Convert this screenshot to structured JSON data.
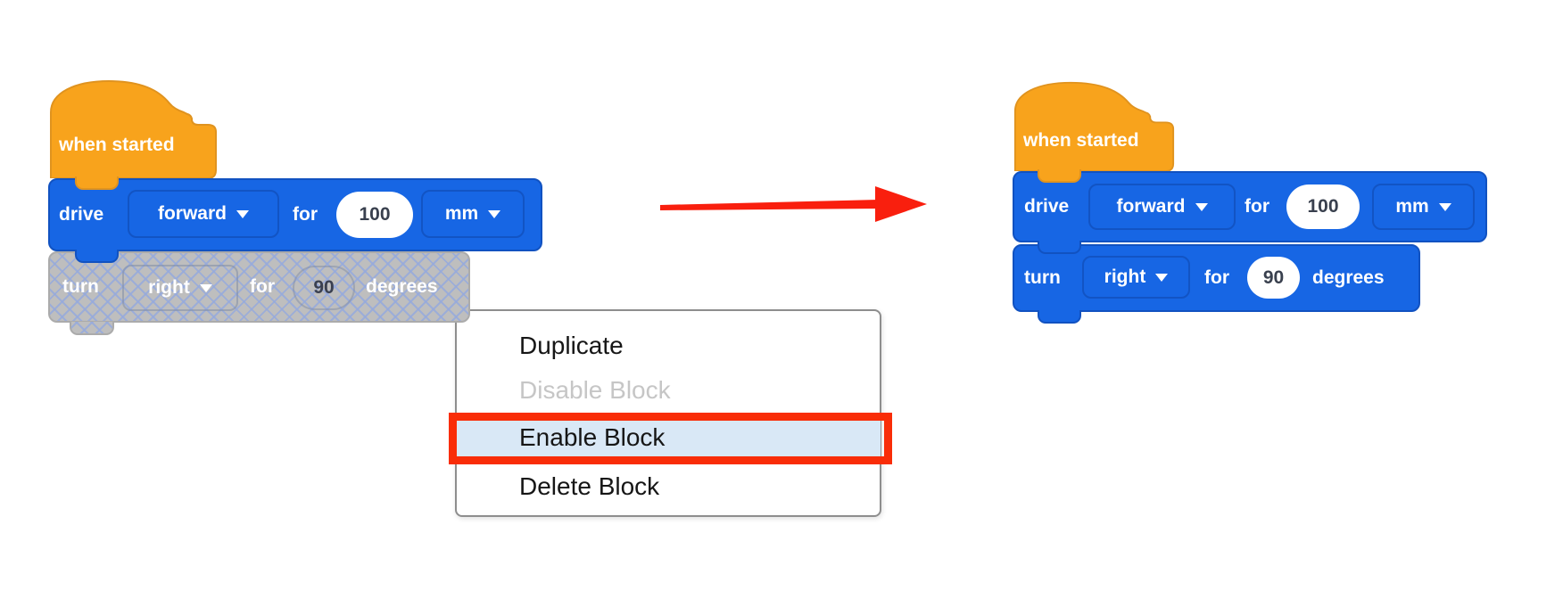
{
  "left_stack": {
    "hat": {
      "label": "when started"
    },
    "drive": {
      "verb": "drive",
      "direction": "forward",
      "for": "for",
      "distance": "100",
      "unit": "mm"
    },
    "turn": {
      "verb": "turn",
      "direction": "right",
      "for": "for",
      "angle": "90",
      "unit": "degrees",
      "state": "disabled"
    }
  },
  "right_stack": {
    "hat": {
      "label": "when started"
    },
    "drive": {
      "verb": "drive",
      "direction": "forward",
      "for": "for",
      "distance": "100",
      "unit": "mm"
    },
    "turn": {
      "verb": "turn",
      "direction": "right",
      "for": "for",
      "angle": "90",
      "unit": "degrees",
      "state": "enabled"
    }
  },
  "context_menu": {
    "items": [
      {
        "label": "Duplicate",
        "state": "normal"
      },
      {
        "label": "Disable Block",
        "state": "disabled"
      },
      {
        "label": "Enable Block",
        "state": "selected"
      },
      {
        "label": "Delete Block",
        "state": "normal"
      }
    ]
  },
  "colors": {
    "block_blue": "#1766E4",
    "block_blue_border": "#1152C1",
    "hat_orange": "#F8A31C",
    "hat_orange_border": "#E0931F",
    "disabled_gray": "#BEBEBE",
    "hatch_blue": "#96AADC",
    "menu_highlight": "#D9E8F6",
    "annotation_red": "#F92D08",
    "arrow_red": "#F91F0E",
    "field_text": "#39404E",
    "menu_text": "#161616",
    "menu_disabled_text": "#C6C6C6"
  }
}
